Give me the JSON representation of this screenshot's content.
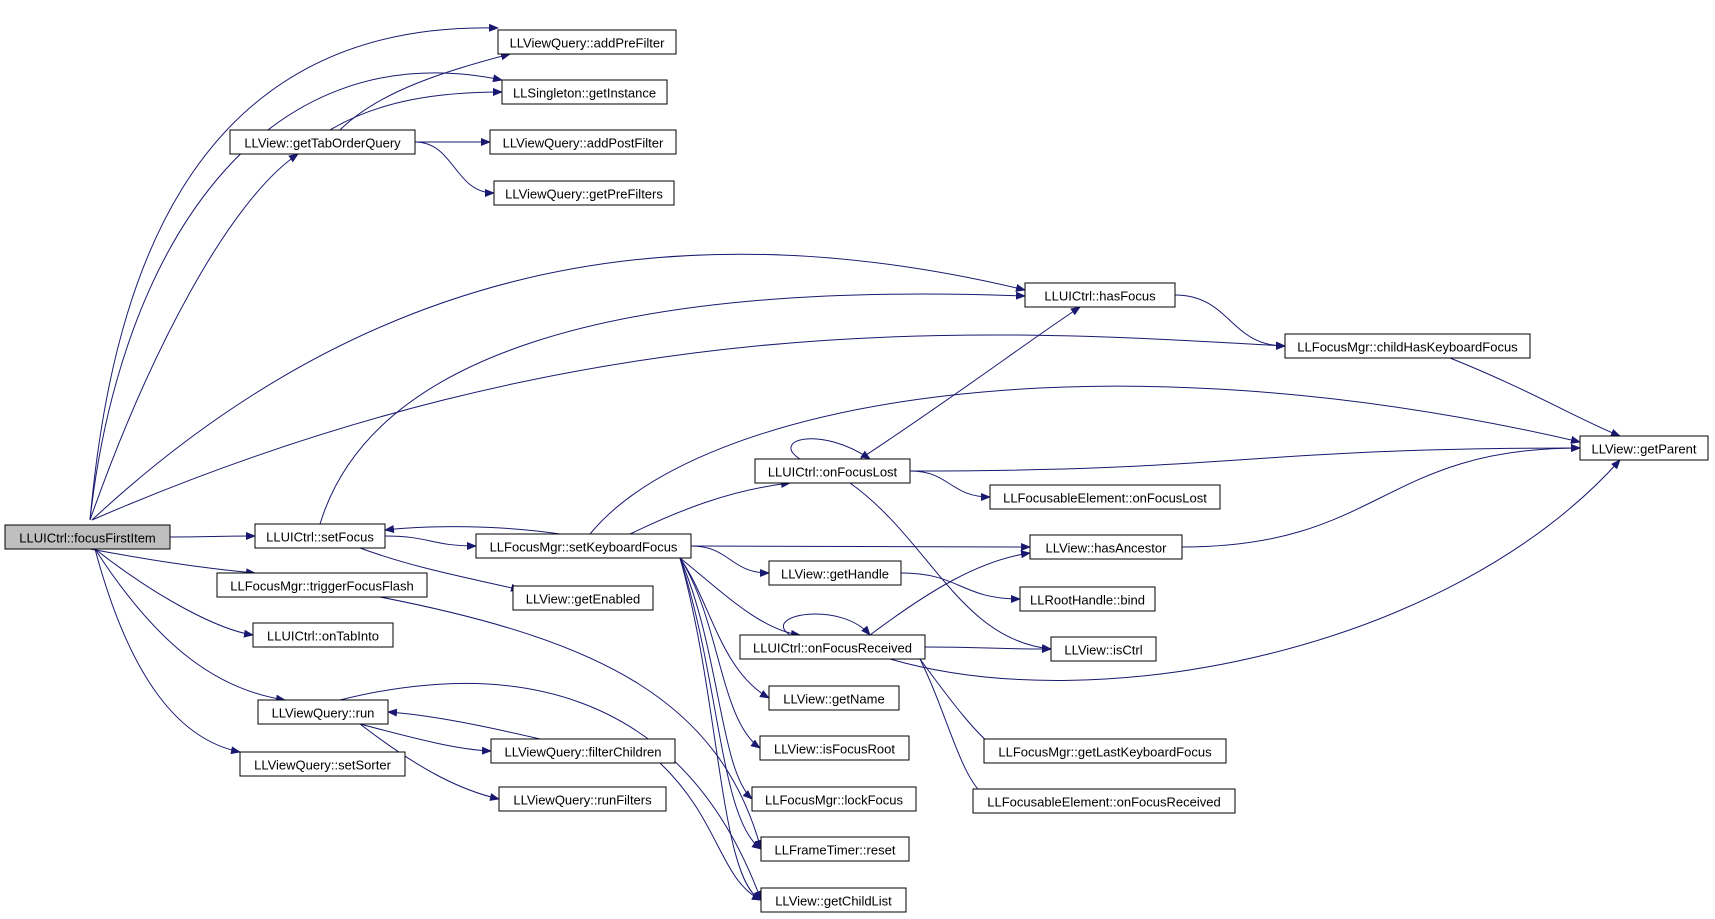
{
  "colors": {
    "edge": "#191970",
    "root_fill": "#bfbfbf",
    "node_fill": "#ffffff",
    "border": "#000000"
  },
  "nodes": [
    {
      "id": "focusFirstItem",
      "label": "LLUICtrl::focusFirstItem",
      "root": true
    },
    {
      "id": "addPreFilter",
      "label": "LLViewQuery::addPreFilter"
    },
    {
      "id": "getInstance",
      "label": "LLSingleton::getInstance"
    },
    {
      "id": "getTabOrderQuery",
      "label": "LLView::getTabOrderQuery"
    },
    {
      "id": "addPostFilter",
      "label": "LLViewQuery::addPostFilter"
    },
    {
      "id": "getPreFilters",
      "label": "LLViewQuery::getPreFilters"
    },
    {
      "id": "hasFocus",
      "label": "LLUICtrl::hasFocus"
    },
    {
      "id": "childHasKeyboardFocus",
      "label": "LLFocusMgr::childHasKeyboardFocus"
    },
    {
      "id": "getParent",
      "label": "LLView::getParent"
    },
    {
      "id": "onFocusLost",
      "label": "LLUICtrl::onFocusLost"
    },
    {
      "id": "feOnFocusLost",
      "label": "LLFocusableElement::onFocusLost"
    },
    {
      "id": "setFocus",
      "label": "LLUICtrl::setFocus"
    },
    {
      "id": "setKeyboardFocus",
      "label": "LLFocusMgr::setKeyboardFocus"
    },
    {
      "id": "hasAncestor",
      "label": "LLView::hasAncestor"
    },
    {
      "id": "triggerFocusFlash",
      "label": "LLFocusMgr::triggerFocusFlash"
    },
    {
      "id": "getEnabled",
      "label": "LLView::getEnabled"
    },
    {
      "id": "getHandle",
      "label": "LLView::getHandle"
    },
    {
      "id": "bind",
      "label": "LLRootHandle::bind"
    },
    {
      "id": "onTabInto",
      "label": "LLUICtrl::onTabInto"
    },
    {
      "id": "onFocusReceived",
      "label": "LLUICtrl::onFocusReceived"
    },
    {
      "id": "isCtrl",
      "label": "LLView::isCtrl"
    },
    {
      "id": "getName",
      "label": "LLView::getName"
    },
    {
      "id": "run",
      "label": "LLViewQuery::run"
    },
    {
      "id": "filterChildren",
      "label": "LLViewQuery::filterChildren"
    },
    {
      "id": "isFocusRoot",
      "label": "LLView::isFocusRoot"
    },
    {
      "id": "getLastKeyboardFocus",
      "label": "LLFocusMgr::getLastKeyboardFocus"
    },
    {
      "id": "setSorter",
      "label": "LLViewQuery::setSorter"
    },
    {
      "id": "runFilters",
      "label": "LLViewQuery::runFilters"
    },
    {
      "id": "lockFocus",
      "label": "LLFocusMgr::lockFocus"
    },
    {
      "id": "feOnFocusReceived",
      "label": "LLFocusableElement::onFocusReceived"
    },
    {
      "id": "reset",
      "label": "LLFrameTimer::reset"
    },
    {
      "id": "getChildList",
      "label": "LLView::getChildList"
    }
  ],
  "edges": [
    {
      "from": "focusFirstItem",
      "to": "addPreFilter"
    },
    {
      "from": "focusFirstItem",
      "to": "getInstance"
    },
    {
      "from": "focusFirstItem",
      "to": "getTabOrderQuery"
    },
    {
      "from": "focusFirstItem",
      "to": "hasFocus"
    },
    {
      "from": "focusFirstItem",
      "to": "childHasKeyboardFocus"
    },
    {
      "from": "focusFirstItem",
      "to": "setFocus"
    },
    {
      "from": "focusFirstItem",
      "to": "triggerFocusFlash"
    },
    {
      "from": "focusFirstItem",
      "to": "onTabInto"
    },
    {
      "from": "focusFirstItem",
      "to": "run"
    },
    {
      "from": "focusFirstItem",
      "to": "setSorter"
    },
    {
      "from": "getTabOrderQuery",
      "to": "addPreFilter"
    },
    {
      "from": "getTabOrderQuery",
      "to": "getInstance"
    },
    {
      "from": "getTabOrderQuery",
      "to": "addPostFilter"
    },
    {
      "from": "getTabOrderQuery",
      "to": "getPreFilters"
    },
    {
      "from": "hasFocus",
      "to": "childHasKeyboardFocus"
    },
    {
      "from": "childHasKeyboardFocus",
      "to": "getParent"
    },
    {
      "from": "setFocus",
      "to": "hasFocus"
    },
    {
      "from": "setFocus",
      "to": "setKeyboardFocus"
    },
    {
      "from": "setFocus",
      "to": "getEnabled"
    },
    {
      "from": "setKeyboardFocus",
      "to": "setFocus"
    },
    {
      "from": "setKeyboardFocus",
      "to": "onFocusLost"
    },
    {
      "from": "setKeyboardFocus",
      "to": "getParent"
    },
    {
      "from": "setKeyboardFocus",
      "to": "hasAncestor"
    },
    {
      "from": "setKeyboardFocus",
      "to": "getHandle"
    },
    {
      "from": "setKeyboardFocus",
      "to": "onFocusReceived"
    },
    {
      "from": "setKeyboardFocus",
      "to": "getName"
    },
    {
      "from": "setKeyboardFocus",
      "to": "isFocusRoot"
    },
    {
      "from": "setKeyboardFocus",
      "to": "lockFocus"
    },
    {
      "from": "setKeyboardFocus",
      "to": "reset"
    },
    {
      "from": "setKeyboardFocus",
      "to": "getChildList"
    },
    {
      "from": "onFocusLost",
      "to": "onFocusLost"
    },
    {
      "from": "onFocusLost",
      "to": "hasFocus"
    },
    {
      "from": "onFocusLost",
      "to": "getParent"
    },
    {
      "from": "onFocusLost",
      "to": "feOnFocusLost"
    },
    {
      "from": "onFocusLost",
      "to": "isCtrl"
    },
    {
      "from": "hasAncestor",
      "to": "getParent"
    },
    {
      "from": "getHandle",
      "to": "bind"
    },
    {
      "from": "onFocusReceived",
      "to": "onFocusReceived"
    },
    {
      "from": "onFocusReceived",
      "to": "hasAncestor"
    },
    {
      "from": "onFocusReceived",
      "to": "isCtrl"
    },
    {
      "from": "onFocusReceived",
      "to": "getParent"
    },
    {
      "from": "onFocusReceived",
      "to": "getLastKeyboardFocus"
    },
    {
      "from": "onFocusReceived",
      "to": "feOnFocusReceived"
    },
    {
      "from": "triggerFocusFlash",
      "to": "reset"
    },
    {
      "from": "run",
      "to": "filterChildren"
    },
    {
      "from": "run",
      "to": "runFilters"
    },
    {
      "from": "run",
      "to": "getChildList"
    },
    {
      "from": "filterChildren",
      "to": "run"
    },
    {
      "from": "filterChildren",
      "to": "getChildList"
    }
  ]
}
